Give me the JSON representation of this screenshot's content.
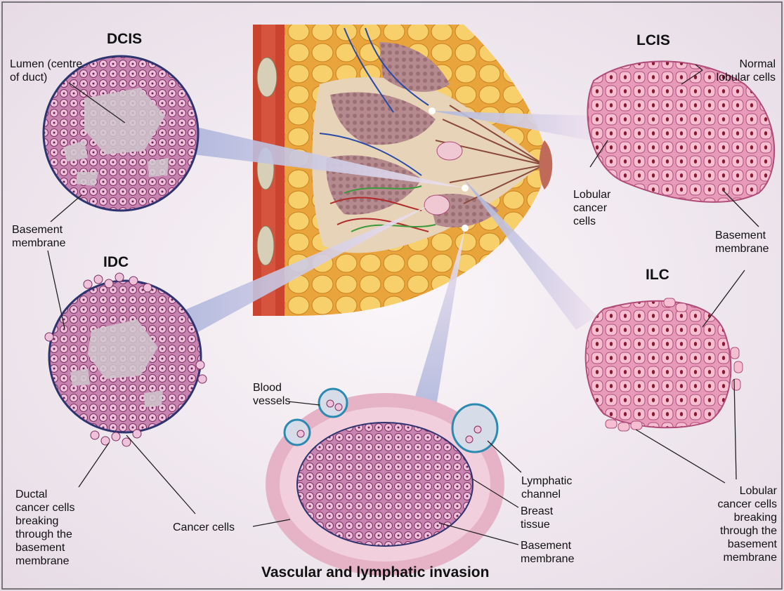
{
  "titles": {
    "dcis": "DCIS",
    "lcis": "LCIS",
    "idc": "IDC",
    "ilc": "ILC"
  },
  "labels": {
    "lumen": "Lumen (centre\nof duct)",
    "basement_dcis": "Basement\nmembrane",
    "normal_lobular": "Normal\nlobular cells",
    "lobular_cancer": "Lobular\ncancer\ncells",
    "basement_lcis": "Basement\nmembrane",
    "ductal_breaking": "Ductal\ncancer cells\nbreaking\nthrough the\nbasement\nmembrane",
    "cancer_cells_idc": "Cancer cells",
    "blood_vessels": "Blood\nvessels",
    "lymphatic_channel": "Lymphatic\nchannel",
    "breast_tissue": "Breast\ntissue",
    "basement_vasc": "Basement\nmembrane",
    "cancer_cells_vasc": "Cancer cells",
    "lobular_breaking": "Lobular\ncancer cells\nbreaking\nthrough the\nbasement\nmembrane"
  },
  "caption": "Vascular and lymphatic invasion",
  "colors": {
    "background": "#f4eef2",
    "cell_pink": "#e89abb",
    "cell_outline": "#8a2a5a",
    "membrane": "#3a3f7a",
    "fat": "#f3c15a",
    "muscle": "#c9432e",
    "beam": "#c9cfe6"
  }
}
